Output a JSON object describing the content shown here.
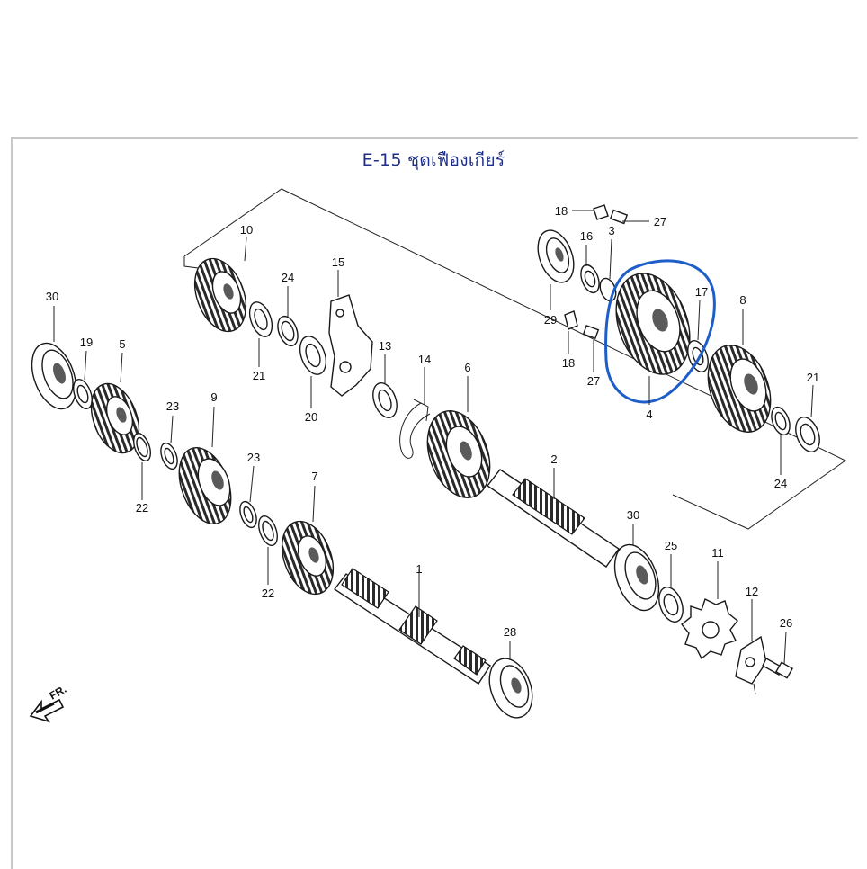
{
  "title": "E-15 ชุดเฟืองเกียร์",
  "fr_label": "FR.",
  "highlight_color": "#1e5ec8",
  "title_color": "#1f2f86",
  "callouts": {
    "p1": "1",
    "p2": "2",
    "p3": "3",
    "p4": "4",
    "p5": "5",
    "p6": "6",
    "p7": "7",
    "p8": "8",
    "p9": "9",
    "p10": "10",
    "p11": "11",
    "p12": "12",
    "p13": "13",
    "p14": "14",
    "p15": "15",
    "p16": "16",
    "p17": "17",
    "p18a": "18",
    "p18b": "18",
    "p19": "19",
    "p20": "20",
    "p21a": "21",
    "p21b": "21",
    "p22a": "22",
    "p22b": "22",
    "p23a": "23",
    "p23b": "23",
    "p24a": "24",
    "p24b": "24",
    "p25": "25",
    "p26": "26",
    "p27a": "27",
    "p27b": "27",
    "p28": "28",
    "p29": "29",
    "p30a": "30",
    "p30b": "30"
  }
}
